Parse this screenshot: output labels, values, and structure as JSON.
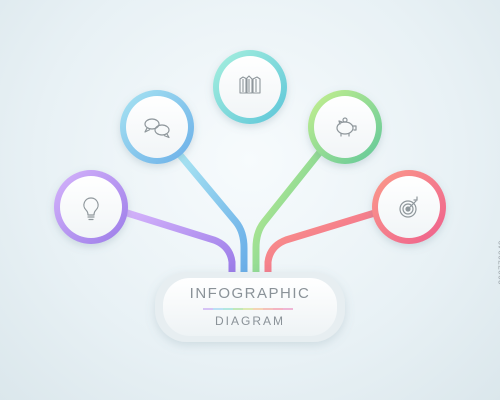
{
  "center": {
    "title": "INFOGRAPHIC",
    "subtitle": "DIAGRAM"
  },
  "nodes": [
    {
      "id": "idea",
      "icon": "lightbulb-icon",
      "color": "#b58df0",
      "color_light": "#d6bdf7"
    },
    {
      "id": "chat",
      "icon": "speech-bubbles-icon",
      "color": "#7ec8ef",
      "color_light": "#b7e2f7"
    },
    {
      "id": "team",
      "icon": "business-people-icon",
      "color": "#6fd6c6",
      "color_light": "#b0ece2"
    },
    {
      "id": "savings",
      "icon": "piggy-bank-icon",
      "color": "#8fd875",
      "color_light": "#c4eab4"
    },
    {
      "id": "target",
      "icon": "target-icon",
      "color": "#f2708a",
      "color_light": "#f8b2c0"
    }
  ],
  "watermark": {
    "stock_id": "209770940"
  }
}
